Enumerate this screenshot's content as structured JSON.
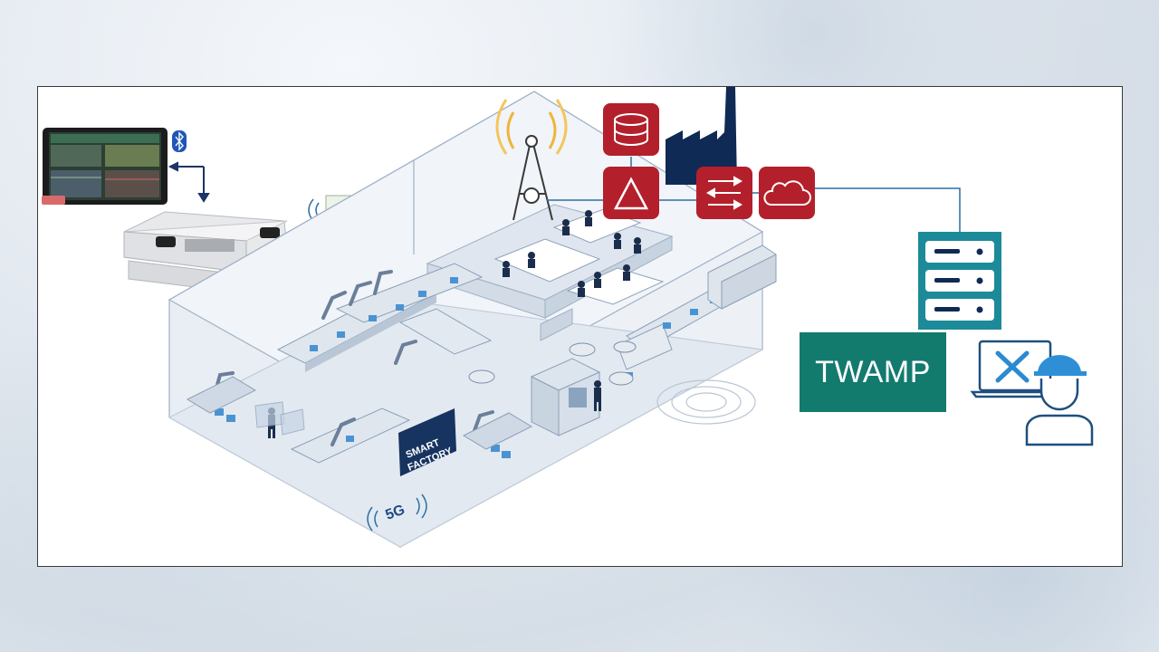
{
  "diagram": {
    "modem_label": "5G",
    "floor_label": "5G",
    "factory_sign": {
      "line1": "SMART",
      "line2": "FACTORY"
    },
    "twamp_label": "TWAMP"
  },
  "icons": {
    "bluetooth": "bluetooth-icon",
    "database": "database-icon",
    "triangle": "triangle-icon",
    "routing": "arrows-exchange-icon",
    "cloud": "cloud-icon",
    "factory": "factory-icon",
    "tower": "antenna-tower-icon",
    "server": "server-rack-icon",
    "laptop_tools": "laptop-tools-icon",
    "engineer": "engineer-icon"
  },
  "colors": {
    "network_red": "#b3202b",
    "twamp_green": "#137a6e",
    "server_teal": "#1d8a9a",
    "navy": "#0f2a55",
    "line_blue": "#2d6fa3"
  }
}
